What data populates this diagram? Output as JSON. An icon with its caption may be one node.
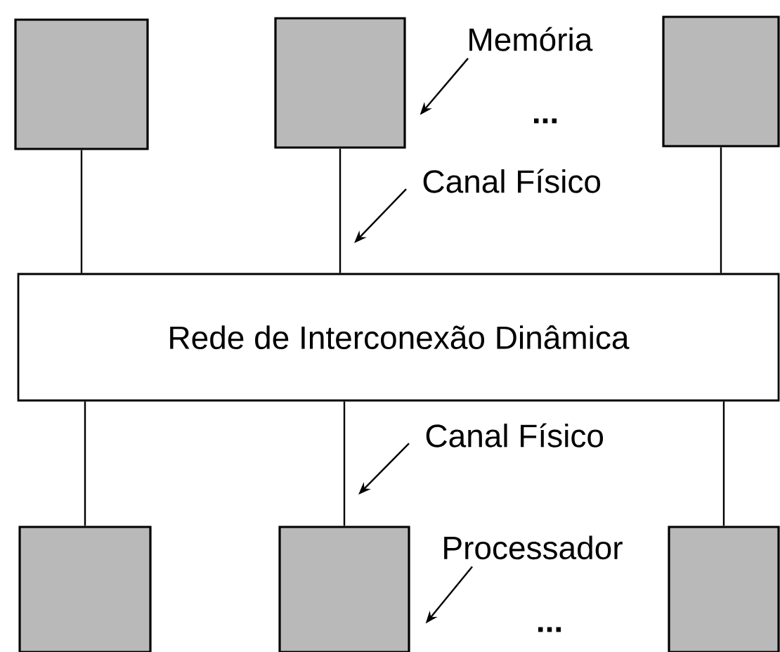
{
  "diagram": {
    "nodes": [
      {
        "text": [],
        "shape": "box"
      },
      {
        "text": [],
        "shape": "box"
      },
      {
        "text": [],
        "shape": "box"
      },
      {
        "text": [
          "Rede de Interconexão Dinâmica"
        ]
      },
      {
        "text": [],
        "shape": "box"
      },
      {
        "text": [],
        "shape": "box"
      },
      {
        "text": [],
        "shape": "box"
      },
      {
        "text": [
          "Memória"
        ]
      },
      {
        "text": [
          "Canal Físico"
        ]
      },
      {
        "text": [
          "Canal Físico"
        ]
      },
      {
        "text": [
          "Processador"
        ]
      }
    ],
    "edges": [
      {
        "from": 0,
        "to": 3,
        "arrow": "none"
      },
      {
        "from": 1,
        "to": 3,
        "arrow": "none"
      },
      {
        "from": 2,
        "to": 3,
        "arrow": "none"
      },
      {
        "from": 3,
        "to": 4,
        "arrow": "none"
      },
      {
        "from": 3,
        "to": 5,
        "arrow": "none"
      },
      {
        "from": 3,
        "to": 6,
        "arrow": "none"
      },
      {
        "from": 7,
        "to": 1,
        "arrow": "to"
      },
      {
        "from": 8,
        "to": null,
        "arrow": "to"
      },
      {
        "from": 9,
        "to": null,
        "arrow": "to"
      },
      {
        "from": 10,
        "to": 5,
        "arrow": "to"
      }
    ],
    "labels": [
      "...",
      "..."
    ]
  }
}
